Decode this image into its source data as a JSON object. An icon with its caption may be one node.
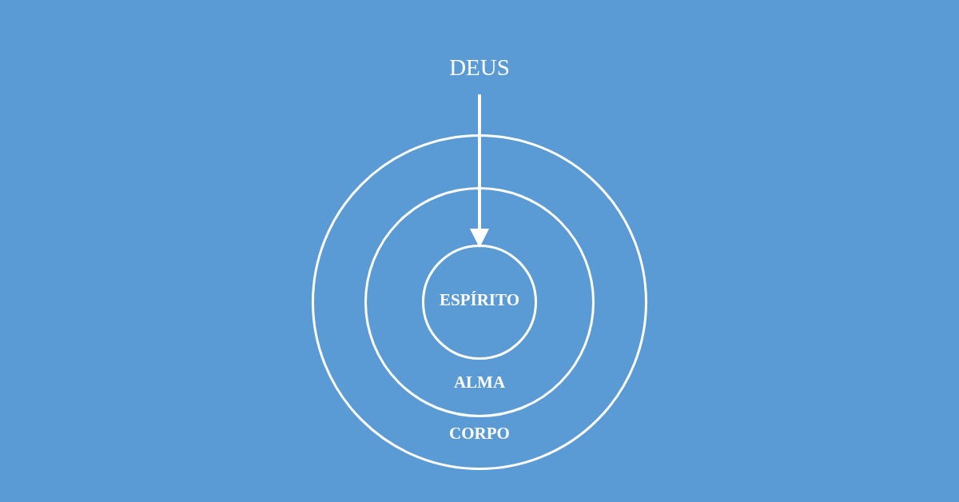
{
  "diagram": {
    "nodes": [
      {
        "text": [
          "DEUS"
        ]
      },
      {
        "text": [
          "CORPO"
        ]
      },
      {
        "text": [
          "ALMA"
        ],
        "in": 1
      },
      {
        "text": [
          "ESPÍRITO"
        ],
        "in": 2
      }
    ],
    "edges": [
      {
        "from": 0,
        "to": 3,
        "arrow": "to"
      }
    ]
  }
}
